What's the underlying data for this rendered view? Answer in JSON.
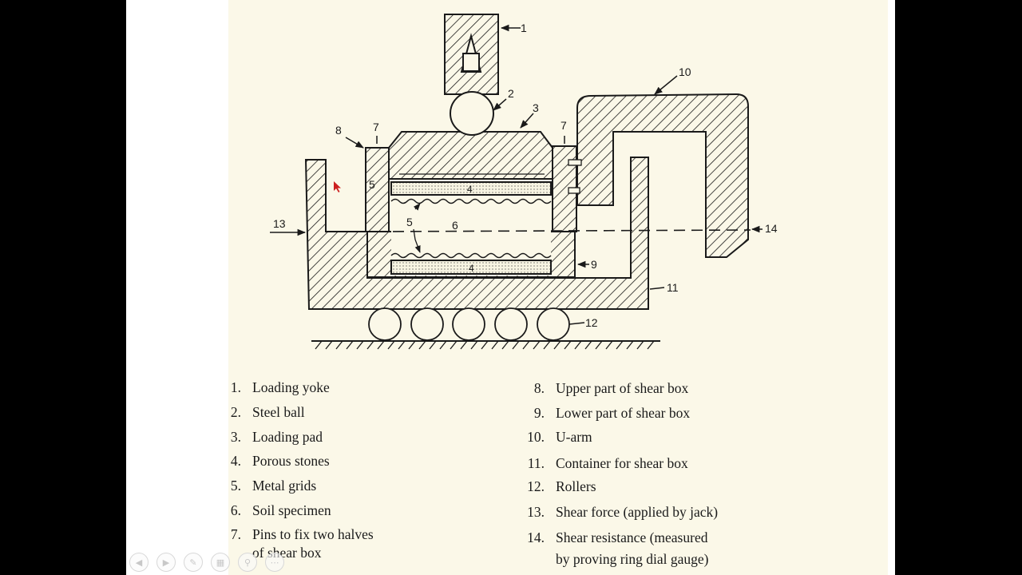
{
  "diagram": {
    "callouts": {
      "c1": "1",
      "c2": "2",
      "c3": "3",
      "c4a": "4",
      "c4b": "4",
      "c5a": "5",
      "c5b": "5",
      "c6": "6",
      "c7a": "7",
      "c7b": "7",
      "c8": "8",
      "c9": "9",
      "c10": "10",
      "c11": "11",
      "c12": "12",
      "c13": "13",
      "c14": "14"
    }
  },
  "legend": {
    "left": [
      {
        "num": "1.",
        "text": "Loading yoke"
      },
      {
        "num": "2.",
        "text": "Steel ball"
      },
      {
        "num": "3.",
        "text": "Loading pad"
      },
      {
        "num": "4.",
        "text": "Porous  stones"
      },
      {
        "num": "5.",
        "text": "Metal grids"
      },
      {
        "num": "6.",
        "text": "Soil specimen"
      },
      {
        "num": "7.",
        "text": "Pins to fix two halves",
        "text2": "of shear box"
      }
    ],
    "right": [
      {
        "num": "8.",
        "text": "Upper part of shear box"
      },
      {
        "num": "9.",
        "text": "Lower part of shear box"
      },
      {
        "num": "10.",
        "text": "U-arm"
      },
      {
        "num": "11.",
        "text": "Container for shear box"
      },
      {
        "num": "12.",
        "text": "Rollers"
      },
      {
        "num": "13.",
        "text": "Shear force (applied by jack)"
      },
      {
        "num": "14.",
        "text": "Shear resistance (measured",
        "text2": "by proving ring dial gauge)"
      }
    ]
  },
  "controls": {
    "icons": [
      "prev-icon",
      "next-icon",
      "pen-icon",
      "slides-icon",
      "zoom-icon",
      "more-icon"
    ]
  },
  "colors": {
    "paper": "#fbf8e8",
    "ink": "#1a1a1a",
    "cursor": "#cc1f1f"
  }
}
